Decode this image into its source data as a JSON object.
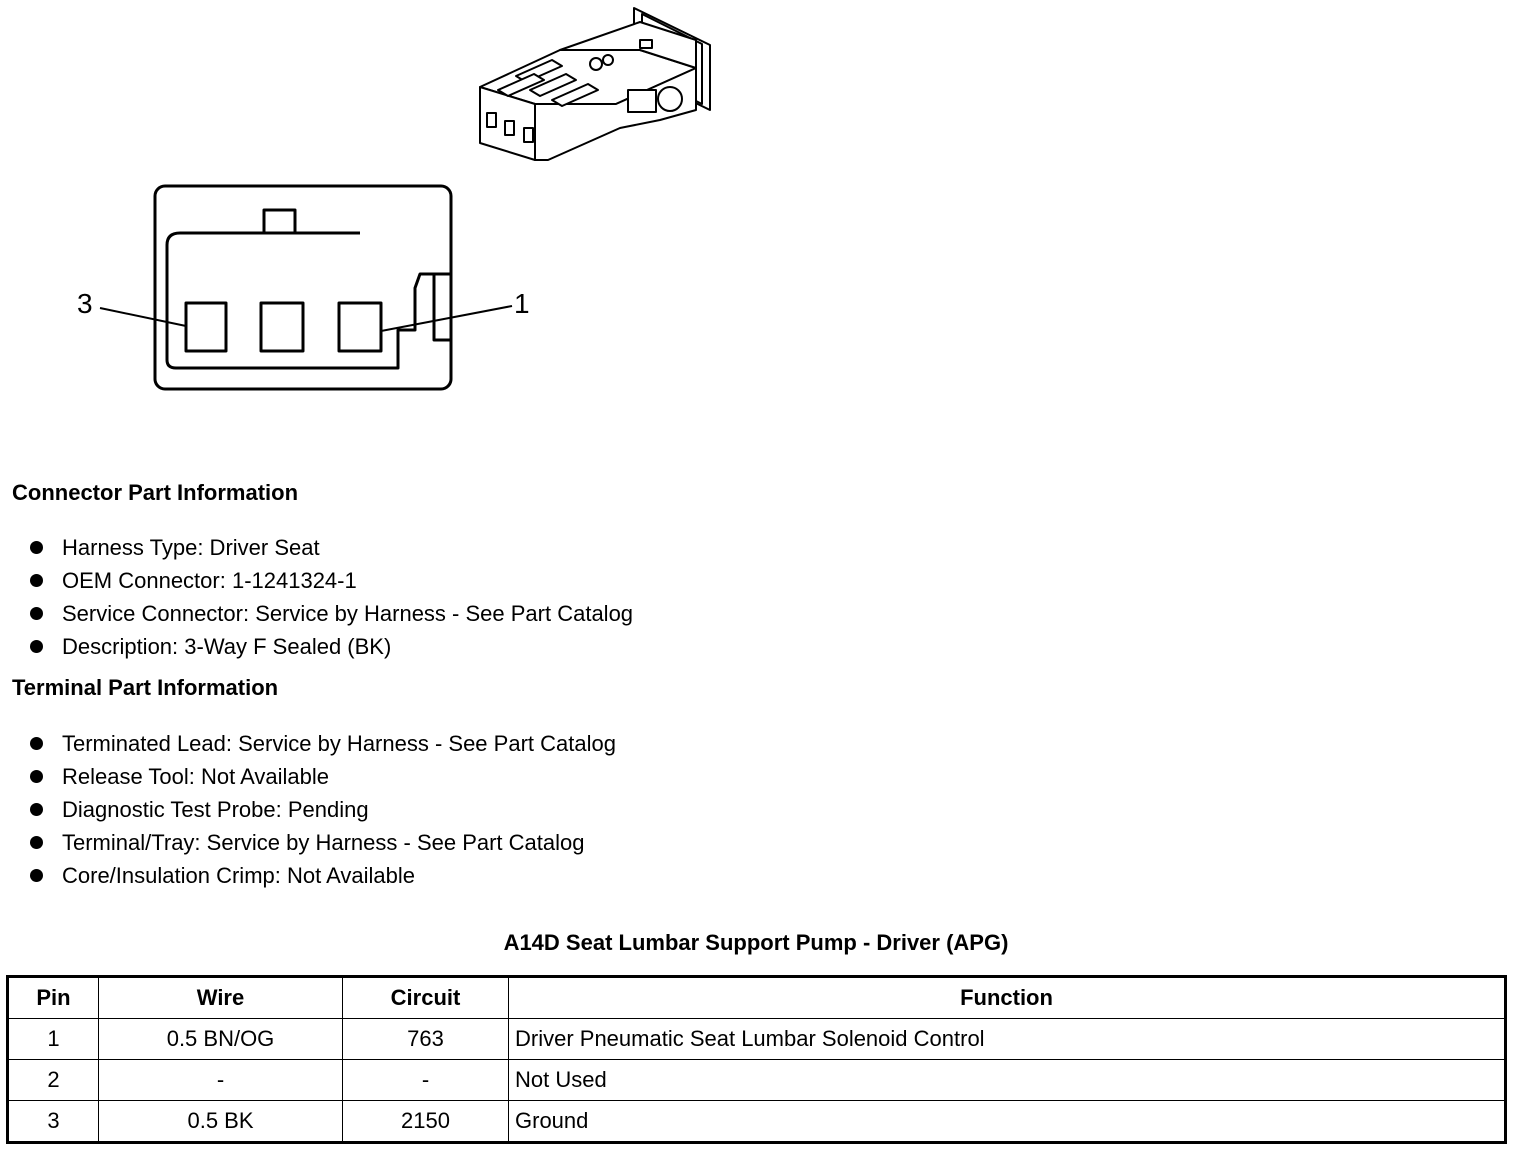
{
  "diagram": {
    "pin_labels": [
      "3",
      "1"
    ]
  },
  "connector_info": {
    "heading": "Connector Part Information",
    "items": [
      "Harness Type: Driver Seat",
      "OEM Connector: 1-1241324-1",
      "Service Connector: Service by Harness - See Part Catalog",
      "Description: 3-Way F Sealed (BK)"
    ]
  },
  "terminal_info": {
    "heading": "Terminal Part Information",
    "items": [
      "Terminated Lead: Service by Harness - See Part Catalog",
      "Release Tool: Not Available",
      "Diagnostic Test Probe: Pending",
      "Terminal/Tray: Service by Harness - See Part Catalog",
      "Core/Insulation Crimp: Not Available"
    ]
  },
  "pin_table": {
    "title": "A14D Seat Lumbar Support Pump - Driver (APG)",
    "headers": [
      "Pin",
      "Wire",
      "Circuit",
      "Function"
    ],
    "rows": [
      [
        "1",
        "0.5 BN/OG",
        "763",
        "Driver Pneumatic Seat Lumbar Solenoid Control"
      ],
      [
        "2",
        "-",
        "-",
        "Not Used"
      ],
      [
        "3",
        "0.5 BK",
        "2150",
        "Ground"
      ]
    ]
  }
}
